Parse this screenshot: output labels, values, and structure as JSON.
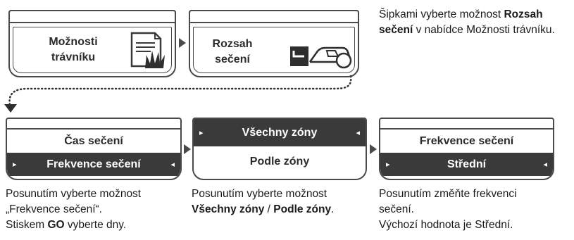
{
  "top": {
    "box1": {
      "line1": "Možnosti",
      "line2": "trávníku"
    },
    "box2": {
      "line1": "Rozsah",
      "line2": "sečení"
    },
    "note": {
      "part1": "Šipkami vyberte možnost ",
      "bold": "Rozsah sečení",
      "part2": " v nabídce Možnosti trávníku."
    }
  },
  "bottom": {
    "menu1": {
      "row1": "Čas sečení",
      "row2": "Frekvence sečení"
    },
    "menu2": {
      "row1": "Všechny zóny",
      "row2": "Podle zóny"
    },
    "menu3": {
      "row1": "Frekvence sečení",
      "row2": "Střední"
    },
    "caption1": {
      "l1": "Posunutím vyberte možnost",
      "l2": "„Frekvence sečení“.",
      "l3a": "Stiskem ",
      "l3b": "GO",
      "l3c": " vyberte dny."
    },
    "caption2": {
      "l1": "Posunutím vyberte možnost",
      "b1": "Všechny zóny",
      "sep": " / ",
      "b2": "Podle zóny",
      "end": "."
    },
    "caption3": {
      "l1": "Posunutím změňte frekvenci",
      "l2": "sečení.",
      "l3": "Výchozí hodnota je Střední."
    }
  },
  "colors": {
    "dark": "#3a3a3a",
    "border": "#4a4a4a",
    "text": "#1a1a1a"
  },
  "icons": [
    "lawn-options-icon",
    "mowing-range-icon",
    "arrow-right-icon",
    "arrow-left-icon"
  ]
}
